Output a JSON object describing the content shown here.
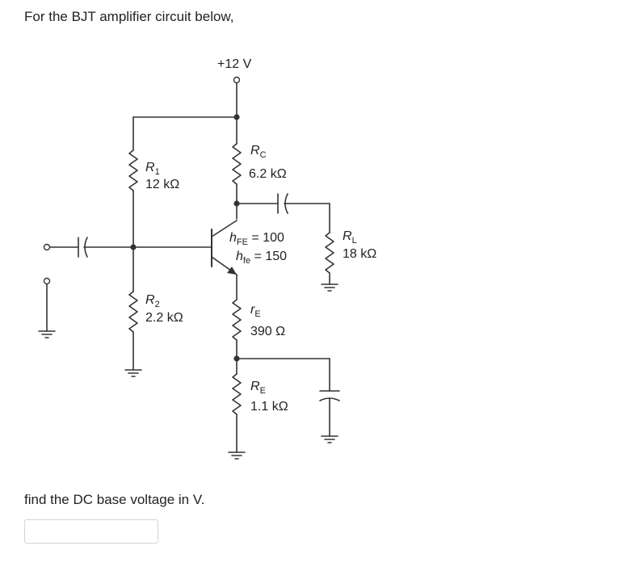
{
  "question": {
    "intro": "For the BJT amplifier circuit below,",
    "prompt": "find the DC base voltage in V.",
    "answer_value": "",
    "answer_placeholder": ""
  },
  "circuit": {
    "supply": "+12 V",
    "R1": {
      "name": "R",
      "sub": "1",
      "value": "12 kΩ"
    },
    "R2": {
      "name": "R",
      "sub": "2",
      "value": "2.2 kΩ"
    },
    "RC": {
      "name": "R",
      "sub": "C",
      "value": "6.2 kΩ"
    },
    "RL": {
      "name": "R",
      "sub": "L",
      "value": "18 kΩ"
    },
    "rE": {
      "name": "r",
      "sub": "E",
      "value": "390 Ω"
    },
    "RE": {
      "name": "R",
      "sub": "E",
      "value": "1.1 kΩ"
    },
    "hFE": {
      "name": "h",
      "sub": "FE",
      "value": " = 100"
    },
    "hfe": {
      "name": "h",
      "sub": "fe",
      "value": " = 150"
    }
  }
}
